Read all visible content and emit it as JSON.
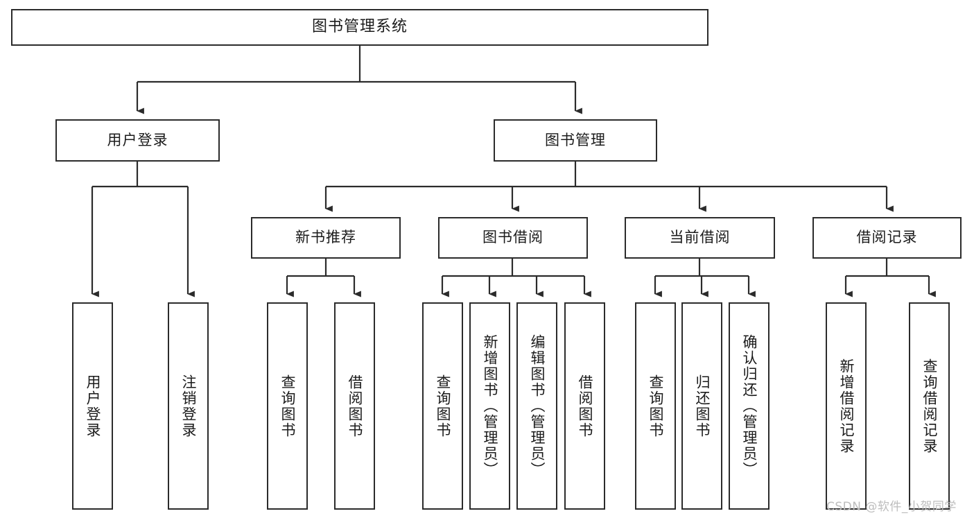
{
  "diagram": {
    "title": "图书管理系统",
    "type": "tree",
    "root": {
      "id": "root",
      "label": "图书管理系统",
      "orientation": "horizontal"
    },
    "level2": [
      {
        "id": "user-login",
        "label": "用户登录",
        "orientation": "horizontal"
      },
      {
        "id": "book-management",
        "label": "图书管理",
        "orientation": "horizontal"
      }
    ],
    "level3": [
      {
        "id": "new-book-recommend",
        "label": "新书推荐",
        "parent": "book-management",
        "orientation": "horizontal"
      },
      {
        "id": "book-borrow",
        "label": "图书借阅",
        "parent": "book-management",
        "orientation": "horizontal"
      },
      {
        "id": "current-borrow",
        "label": "当前借阅",
        "parent": "book-management",
        "orientation": "horizontal"
      },
      {
        "id": "borrow-record",
        "label": "借阅记录",
        "parent": "book-management",
        "orientation": "horizontal"
      }
    ],
    "leaves": [
      {
        "id": "leaf-user-login",
        "label": "用户登录",
        "parent": "user-login",
        "orientation": "vertical"
      },
      {
        "id": "leaf-user-logout",
        "label": "注销登录",
        "parent": "user-login",
        "orientation": "vertical"
      },
      {
        "id": "leaf-query-book-1",
        "label": "查询图书",
        "parent": "new-book-recommend",
        "orientation": "vertical"
      },
      {
        "id": "leaf-borrow-book-1",
        "label": "借阅图书",
        "parent": "new-book-recommend",
        "orientation": "vertical"
      },
      {
        "id": "leaf-query-book-2",
        "label": "查询图书",
        "parent": "book-borrow",
        "orientation": "vertical"
      },
      {
        "id": "leaf-add-book",
        "label": "新增图书（管理员）",
        "parent": "book-borrow",
        "orientation": "vertical"
      },
      {
        "id": "leaf-edit-book",
        "label": "编辑图书（管理员）",
        "parent": "book-borrow",
        "orientation": "vertical"
      },
      {
        "id": "leaf-borrow-book-2",
        "label": "借阅图书",
        "parent": "book-borrow",
        "orientation": "vertical"
      },
      {
        "id": "leaf-query-book-3",
        "label": "查询图书",
        "parent": "current-borrow",
        "orientation": "vertical"
      },
      {
        "id": "leaf-return-book",
        "label": "归还图书",
        "parent": "current-borrow",
        "orientation": "vertical"
      },
      {
        "id": "leaf-confirm-return",
        "label": "确认归还（管理员）",
        "parent": "current-borrow",
        "orientation": "vertical"
      },
      {
        "id": "leaf-add-record",
        "label": "新增借阅记录",
        "parent": "borrow-record",
        "orientation": "vertical"
      },
      {
        "id": "leaf-query-record",
        "label": "查询借阅记录",
        "parent": "borrow-record",
        "orientation": "vertical"
      }
    ],
    "colors": {
      "background": "#ffffff",
      "border": "#2b2b2b",
      "text": "#1b1b1b",
      "edge": "#2b2b2b",
      "watermark": "#bdbdbd"
    }
  },
  "watermark": {
    "text": "CSDN @软件_小贺同学"
  }
}
